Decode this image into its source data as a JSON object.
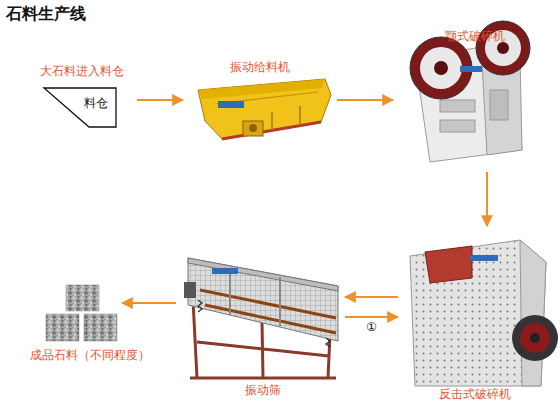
{
  "diagram": {
    "title": "石料生产线",
    "nodes": [
      {
        "text": [
          "大石料进入料仓",
          "料仓"
        ]
      },
      {
        "text": [
          "振动给料机"
        ]
      },
      {
        "text": [
          "颚式破碎机"
        ]
      },
      {
        "text": [
          "反击式破碎机"
        ]
      },
      {
        "text": [
          "振动筛"
        ]
      },
      {
        "text": [
          "成品石料（不同程度）"
        ]
      }
    ],
    "edges": [
      {
        "from": 0,
        "to": 1,
        "arrow": "to"
      },
      {
        "from": 1,
        "to": 2,
        "arrow": "to"
      },
      {
        "from": 2,
        "to": 3,
        "arrow": "to"
      },
      {
        "from": 3,
        "to": 4,
        "arrow": "to"
      },
      {
        "from": 4,
        "to": 3,
        "label": "①",
        "arrow": "to"
      },
      {
        "from": 4,
        "to": 5,
        "arrow": "to"
      }
    ]
  }
}
